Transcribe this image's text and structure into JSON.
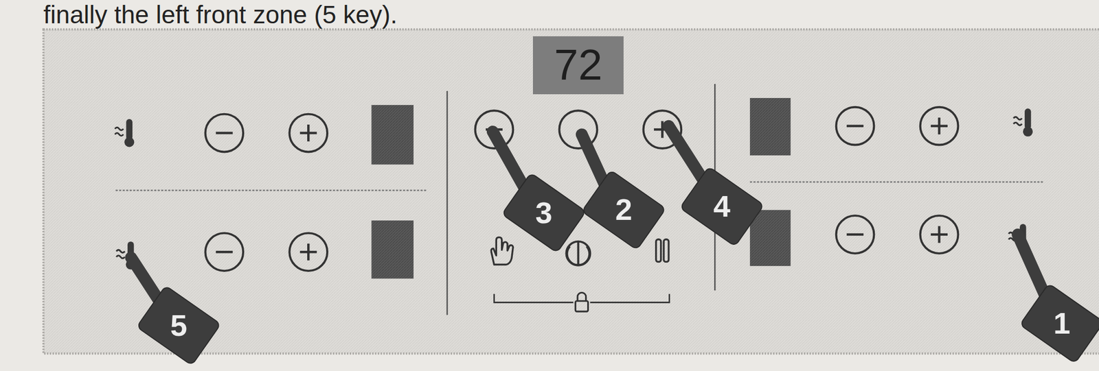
{
  "diagram": {
    "nodes": [
      {
        "text": [
          "72"
        ]
      }
    ],
    "labels": [
      "finally the left front zone (5 key).",
      "3",
      "2",
      "4",
      "5",
      "1"
    ]
  }
}
